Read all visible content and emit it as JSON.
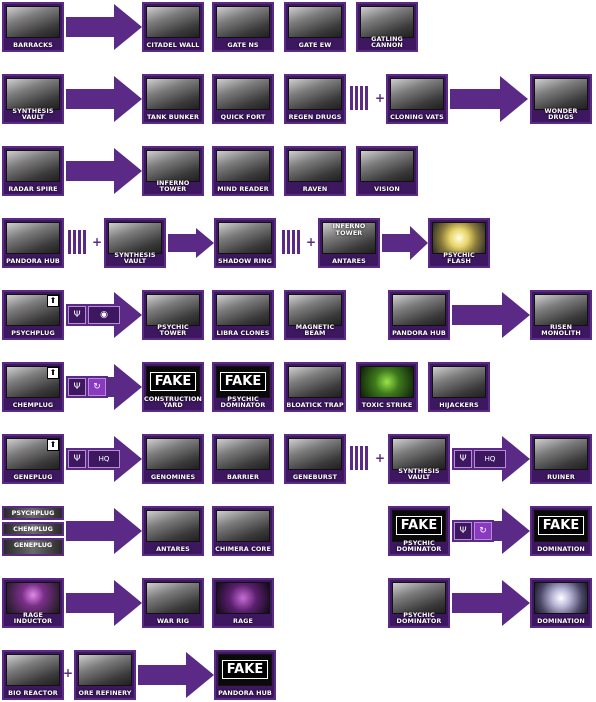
{
  "rows": {
    "r1": [
      "BARRACKS",
      "CITADEL WALL",
      "GATE NS",
      "GATE EW",
      "GATLING\nCANNON"
    ],
    "r2": [
      "SYNTHESIS\nVAULT",
      "TANK BUNKER",
      "QUICK FORT",
      "REGEN DRUGS",
      "CLONING VATS",
      "WONDER DRUGS"
    ],
    "r3": [
      "RADAR SPIRE",
      "INFERNO\nTOWER",
      "MIND READER",
      "RAVEN",
      "VISION"
    ],
    "r4": [
      "PANDORA HUB",
      "SYNTHESIS\nVAULT",
      "SHADOW RING",
      "INFERNO\nTOWER",
      "ANTARES",
      "PSYCHIC\nFLASH"
    ],
    "r5": [
      "PSYCHPLUG",
      "PSYCHIC\nTOWER",
      "LIBRA CLONES",
      "MAGNETIC BEAM",
      "PANDORA HUB",
      "RISEN\nMONOLITH"
    ],
    "r6": [
      "CHEMPLUG",
      "CONSTRUCTION\nYARD",
      "PSYCHIC\nDOMINATOR",
      "BLOATICK TRAP",
      "TOXIC STRIKE",
      "HIJACKERS"
    ],
    "r7": [
      "GENEPLUG",
      "GENOMINES",
      "BARRIER",
      "GENEBURST",
      "SYNTHESIS\nVAULT",
      "RUINER"
    ],
    "r8": [
      "PSYCHPLUG",
      "CHEMPLUG",
      "GENEPLUG",
      "ANTARES",
      "CHIMERA CORE",
      "PSYCHIC\nDOMINATOR",
      "DOMINATION"
    ],
    "r9": [
      "RAGE\nINDUCTOR",
      "WAR RIG",
      "RAGE",
      "PSYCHIC\nDOMINATOR",
      "DOMINATION"
    ],
    "r10": [
      "BIO REACTOR",
      "ORE REFINERY",
      "PANDORA HUB"
    ]
  },
  "fake_label": "FAKE",
  "plus": "+",
  "upgrade_label": "HQ"
}
